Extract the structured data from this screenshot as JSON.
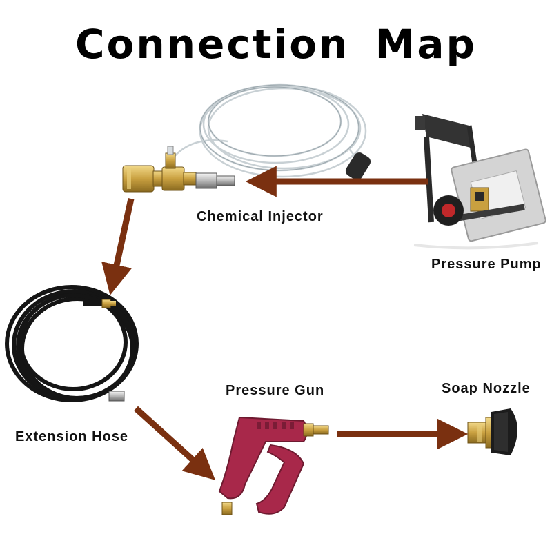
{
  "title": "Connection Map",
  "components": {
    "chemical_injector": "Chemical Injector",
    "pressure_pump": "Pressure Pump",
    "extension_hose": "Extension Hose",
    "pressure_gun": "Pressure Gun",
    "soap_nozzle": "Soap Nozzle"
  },
  "connections": [
    {
      "from": "Pressure Pump",
      "to": "Chemical Injector"
    },
    {
      "from": "Chemical Injector",
      "to": "Extension Hose"
    },
    {
      "from": "Extension Hose",
      "to": "Pressure Gun"
    },
    {
      "from": "Pressure Gun",
      "to": "Soap Nozzle"
    }
  ],
  "colors": {
    "arrow": "#7a3010",
    "brass": "#c9a040",
    "hose_black": "#151515",
    "gun_red": "#a8284a",
    "pump_gray": "#cfcfcf",
    "tube_clear": "#c8d0d4"
  }
}
